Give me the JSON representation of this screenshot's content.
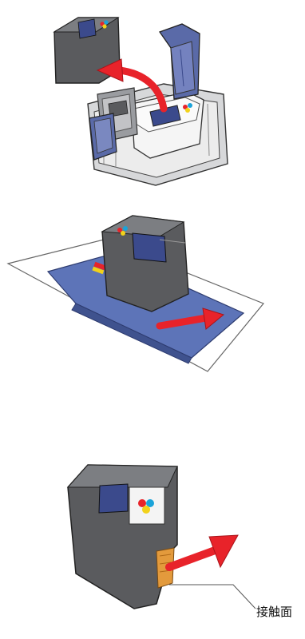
{
  "steps": [
    {
      "id": "remove-cartridge",
      "arrow_color": "#e8232a"
    },
    {
      "id": "place-on-paper",
      "arrow_color": "#e8232a"
    },
    {
      "id": "wipe-contacts",
      "arrow_color": "#e8232a"
    }
  ],
  "labels": {
    "contact_area": "接触面"
  },
  "colors": {
    "cartridge_body": "#5a5b5e",
    "cartridge_light": "#7c7e82",
    "label_window": "#3b4a8c",
    "carrier_white": "#e6e6e6",
    "latch_blue": "#5a6aa8",
    "paper_blue": "#5d74b8",
    "paper_white": "#ffffff",
    "contact_orange": "#e39a3c"
  }
}
